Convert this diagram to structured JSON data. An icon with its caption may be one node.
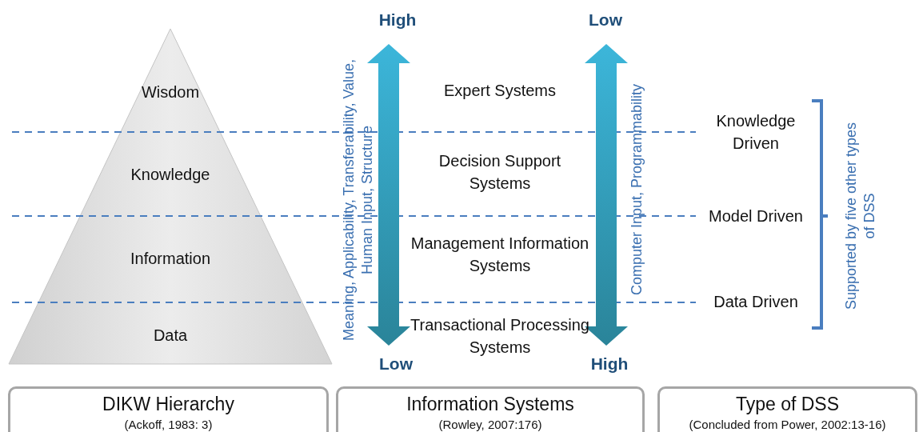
{
  "diagram": {
    "nodes": [
      {
        "text": [
          "Wisdom",
          "Knowledge",
          "Information",
          "Data"
        ]
      },
      {
        "text": [
          "DIKW Hierarchy",
          "(Ackoff, 1983: 3)"
        ]
      },
      {
        "text": [
          "Information Systems",
          "(Rowley, 2007:176)"
        ]
      },
      {
        "text": [
          "Type of DSS",
          "(Concluded from Power, 2002:13-16)"
        ]
      }
    ],
    "labels": [
      "High",
      "Low",
      "Meaning, Applicability, Transferability, Value, Human Input, Structure",
      "Expert Systems",
      "Decision Support Systems",
      "Management Information Systems",
      "Transactional Processing Systems",
      "Computer Input, Programmability",
      "Knowledge Driven",
      "Model Driven",
      "Data Driven",
      "Supported by five other types of DSS",
      "Low",
      "High"
    ]
  }
}
